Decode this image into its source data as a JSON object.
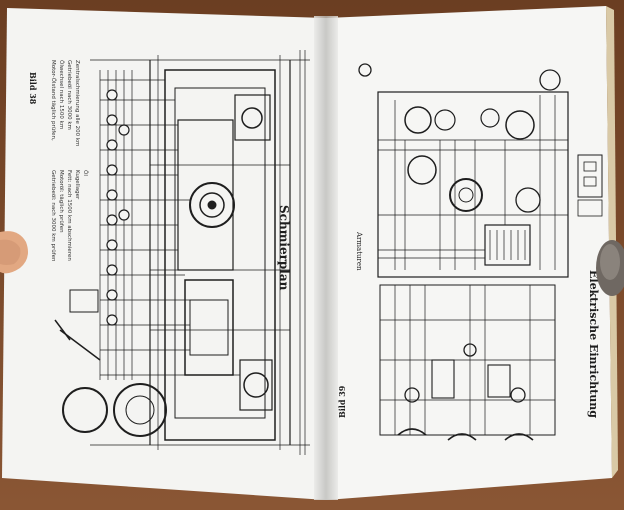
{
  "left_page": {
    "plate_number": "Bild 38",
    "caption": "Schmierplan",
    "legend": [
      "Getriebeöl: nach 3000 km prüfen",
      "Motoröl: täglich prüfen",
      "Fett: nach 1500 km abschmieren",
      "Kugellager",
      "Öl"
    ],
    "note_lines": [
      "Motor-Ölstand täglich prüfen,",
      "Ölwechsel nach 1500 km",
      "Getriebeöl nach 3000 km",
      "Zentralschmierung alle 200 km"
    ]
  },
  "right_page": {
    "plate_number": "Bild 39",
    "caption": "Elektrische Einrichtung",
    "panel_label": "Armaturen"
  },
  "colors": {
    "background": "#7a4a2c",
    "paper": "#f3f3f1",
    "ink": "#1e1e1e"
  }
}
